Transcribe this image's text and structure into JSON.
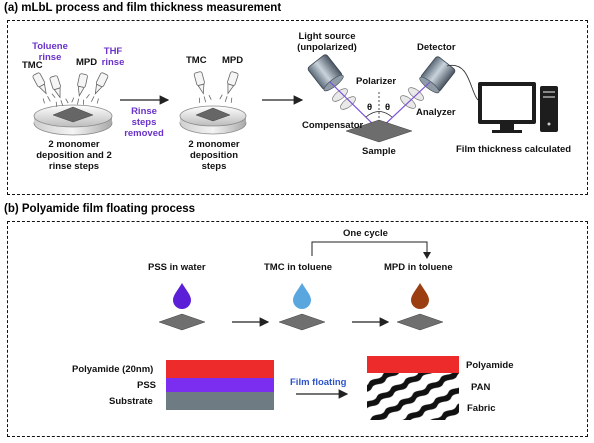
{
  "section_a": {
    "title": "(a) mLbL process and film thickness measurement",
    "tmc": "TMC",
    "mpd": "MPD",
    "toluene_rinse": [
      "Toluene",
      "rinse"
    ],
    "thf_rinse": [
      "THF",
      "rinse"
    ],
    "left_caption": [
      "2 monomer",
      "deposition and 2",
      "rinse steps"
    ],
    "rinse_removed": [
      "Rinse",
      "steps",
      "removed"
    ],
    "mid_caption": [
      "2 monomer",
      "deposition",
      "steps"
    ],
    "light_source": [
      "Light source",
      "(unpolarized)"
    ],
    "detector": "Detector",
    "polarizer": "Polarizer",
    "compensator": "Compensator",
    "analyzer": "Analyzer",
    "theta": "θ",
    "sample": "Sample",
    "computer_caption": "Film thickness calculated"
  },
  "section_b": {
    "title": "(b) Polyamide film floating process",
    "one_cycle": "One cycle",
    "pss_in_water": "PSS in water",
    "tmc_in_toluene": "TMC in toluene",
    "mpd_in_toluene": "MPD in toluene",
    "polyamide_20nm": "Polyamide (20nm)",
    "pss": "PSS",
    "substrate": "Substrate",
    "film_floating": "Film floating",
    "polyamide": "Polyamide",
    "pan": "PAN",
    "fabric": "Fabric"
  },
  "colors": {
    "purple_text": "#6a33c9",
    "blue_text": "#2f54c8",
    "pss_drop": "#5a1fd6",
    "tmc_drop": "#5aa7e0",
    "mpd_drop": "#9b3f12",
    "polyamide_layer": "#ee2b2b",
    "pss_layer": "#7b2ef0",
    "substrate_layer": "#6e7b82",
    "wafer": "#6f6f6f"
  }
}
